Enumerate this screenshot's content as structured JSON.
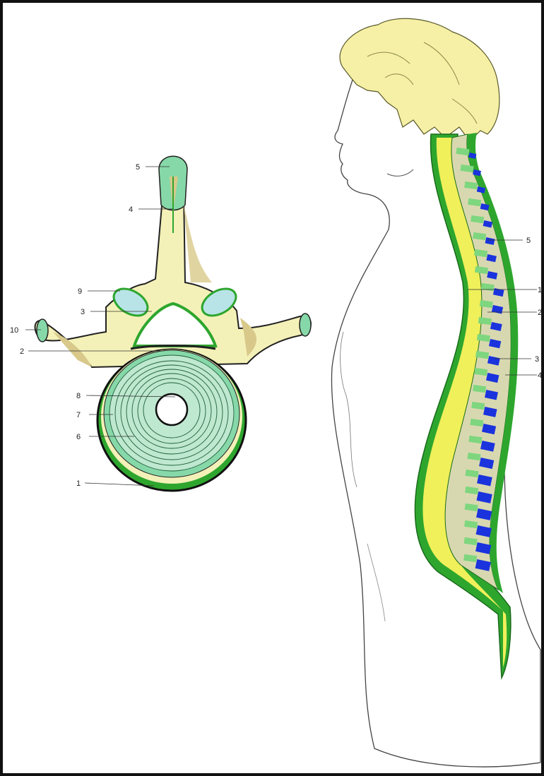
{
  "palette": {
    "hair": "#f6f0a6",
    "skin_outline": "#444444",
    "bone": "#f4f1b8",
    "bone_shade": "#d8c98a",
    "ligament_green": "#2ea62e",
    "disc_light": "#bfe8d0",
    "disc_green": "#86d8a8",
    "cord_yellow": "#f0f05a",
    "blue": "#1a33dd",
    "light_blue": "#b8e4e8"
  },
  "vertebra_labels": {
    "l1": "1",
    "l2": "2",
    "l3": "3",
    "l4": "4",
    "l5": "5",
    "l6": "6",
    "l7": "7",
    "l8": "8",
    "l9": "9",
    "l10": "10"
  },
  "spine_labels": {
    "s1": "1",
    "s2": "2",
    "s3": "3",
    "s4": "4",
    "s5": "5"
  }
}
